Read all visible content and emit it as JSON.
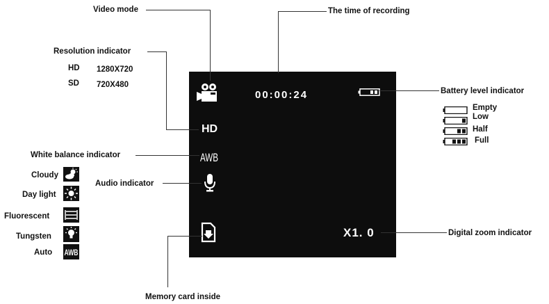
{
  "labels": {
    "video_mode": "Video mode",
    "time_of_recording": "The time of recording",
    "resolution_indicator": "Resolution indicator",
    "battery_level_indicator": "Battery level indicator",
    "white_balance_indicator": "White balance indicator",
    "audio_indicator": "Audio indicator",
    "digital_zoom_indicator": "Digital zoom indicator",
    "memory_card_inside": "Memory card inside"
  },
  "resolution_options": [
    {
      "name": "HD",
      "value": "1280X720"
    },
    {
      "name": "SD",
      "value": "720X480"
    }
  ],
  "battery_levels": [
    {
      "label": "Empty",
      "bars": 0
    },
    {
      "label": "Low",
      "bars": 1
    },
    {
      "label": "Half",
      "bars": 2
    },
    {
      "label": "Full",
      "bars": 3
    }
  ],
  "white_balance_options": [
    {
      "label": "Cloudy",
      "icon": "cloudy-icon"
    },
    {
      "label": "Day light",
      "icon": "sun-icon"
    },
    {
      "label": "Fluorescent",
      "icon": "fluorescent-icon"
    },
    {
      "label": "Tungsten",
      "icon": "bulb-icon"
    },
    {
      "label": "Auto",
      "icon": "awb-icon"
    }
  ],
  "screen": {
    "time": "00:00:24",
    "resolution": "HD",
    "white_balance": "AWB",
    "zoom": "X1. 0",
    "battery_bars": 2
  },
  "colors": {
    "screen_bg": "#0d0d0d",
    "screen_text": "#ffffff"
  }
}
